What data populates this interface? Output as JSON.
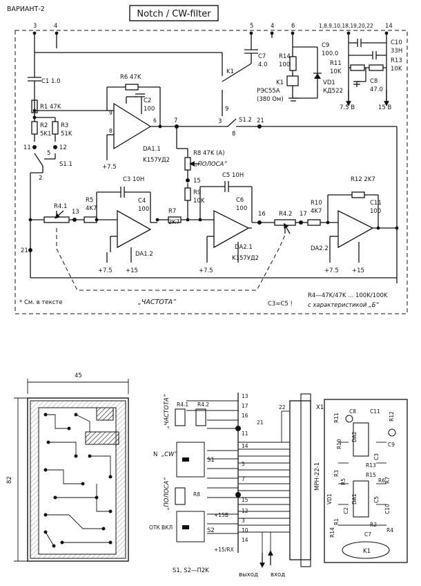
{
  "header": {
    "variant": "ВАРИАНТ-2",
    "title": "Notch / CW-filter"
  },
  "top_pins": {
    "left": [
      "3",
      "4"
    ],
    "mid": [
      "5",
      "4",
      "6"
    ],
    "right": "1,8,9,10,18,19,20,22",
    "far": "14"
  },
  "components": {
    "C1": "C1 1.0",
    "R1": "R1 47K",
    "R2a": "R2",
    "R2b": "5K1",
    "R3a": "R3",
    "R3b": "51K",
    "R6": "R6 47K",
    "C2a": "C2",
    "C2b": "100",
    "DA11a": "DA1.1",
    "DA11b": "K157УД2",
    "C7a": "C7",
    "C7b": "4.0",
    "R14a": "R14",
    "R14b": "100",
    "K1a": "K1",
    "K1b": "РЭС55А",
    "K1c": "(380 Ом)",
    "VD1a": "VD1",
    "VD1b": "КД522",
    "K1sw": "K1",
    "C9a": "C9",
    "C9b": "100.0",
    "C10a": "C10",
    "C10b": "33H",
    "R11a": "R11",
    "R11b": "10K",
    "R13a": "R13",
    "R13b": "10K",
    "C8a": "C8",
    "C8b": "47.0",
    "v1": "7.5 B",
    "v2": "15 B",
    "S11": "S1.1",
    "S12": "S1.2",
    "R8": "R8 47K (A)",
    "polosa": "„ПОЛОСА”",
    "R9a": "R9",
    "R9b": "10K",
    "C3": "C3 10H",
    "C4a": "C4",
    "C4b": "100",
    "C5": "C5 10H",
    "C6a": "C6",
    "C6b": "100",
    "R5a": "R5",
    "R5b": "4K7",
    "R41": "R4.1",
    "R7a": "R7",
    "R7b": "2K7",
    "DA12": "DA1.2",
    "R42": "R4.2",
    "R10a": "R10",
    "R10b": "4K7",
    "DA21a": "DA2.1",
    "DA21b": "K157УД2",
    "R12": "R12 2K7",
    "C11a": "C11",
    "C11b": "100",
    "DA22": "DA2.2",
    "p75": "+7.5",
    "p15": "+15"
  },
  "nodes": [
    "11",
    "12",
    "13",
    "7",
    "15",
    "16",
    "17",
    "21",
    "2",
    "3",
    "5",
    "6",
    "9",
    "8"
  ],
  "footer": {
    "note": "* См. в тексте",
    "chastota": "„ЧАСТОТА”",
    "c3c5": "C3=C5 !",
    "r4a": "R4—47K/47K ... 100K/100K",
    "r4b": "с характеристикой „Б”"
  },
  "board": {
    "dim_w": "45",
    "dim_h": "82"
  },
  "wiring": {
    "chastota": "„ЧАСТОТА”",
    "polosa": "„ПОЛОСА”",
    "R41": "R4.1",
    "R42": "R4.2",
    "R8": "R8",
    "S1": "S1",
    "S2": "S2",
    "N": "N",
    "CW": "„CW”",
    "otk": "ОТК",
    "vkl": "ВКЛ",
    "p15a": "+15B",
    "p15b": "+15/RX",
    "switch_type": "S1, S2—П2K",
    "out": "выход",
    "in": "вход",
    "pins": [
      "13",
      "17",
      "16",
      "11",
      "14",
      "21",
      "5",
      "7",
      "15",
      "12",
      "3",
      "10",
      "14"
    ],
    "x1": "X1",
    "connector": "МРН-22-1",
    "top22": "22"
  },
  "layout_parts": [
    "R11",
    "C8",
    "C11",
    "R12",
    "C9",
    "DA2",
    "R10",
    "C3",
    "R13",
    "R15",
    "R3",
    "R5",
    "R6",
    "R7",
    "DA1",
    "C5",
    "VD1",
    "R1",
    "C2",
    "R14",
    "C7",
    "K1",
    "C10",
    "R2",
    "R4"
  ]
}
